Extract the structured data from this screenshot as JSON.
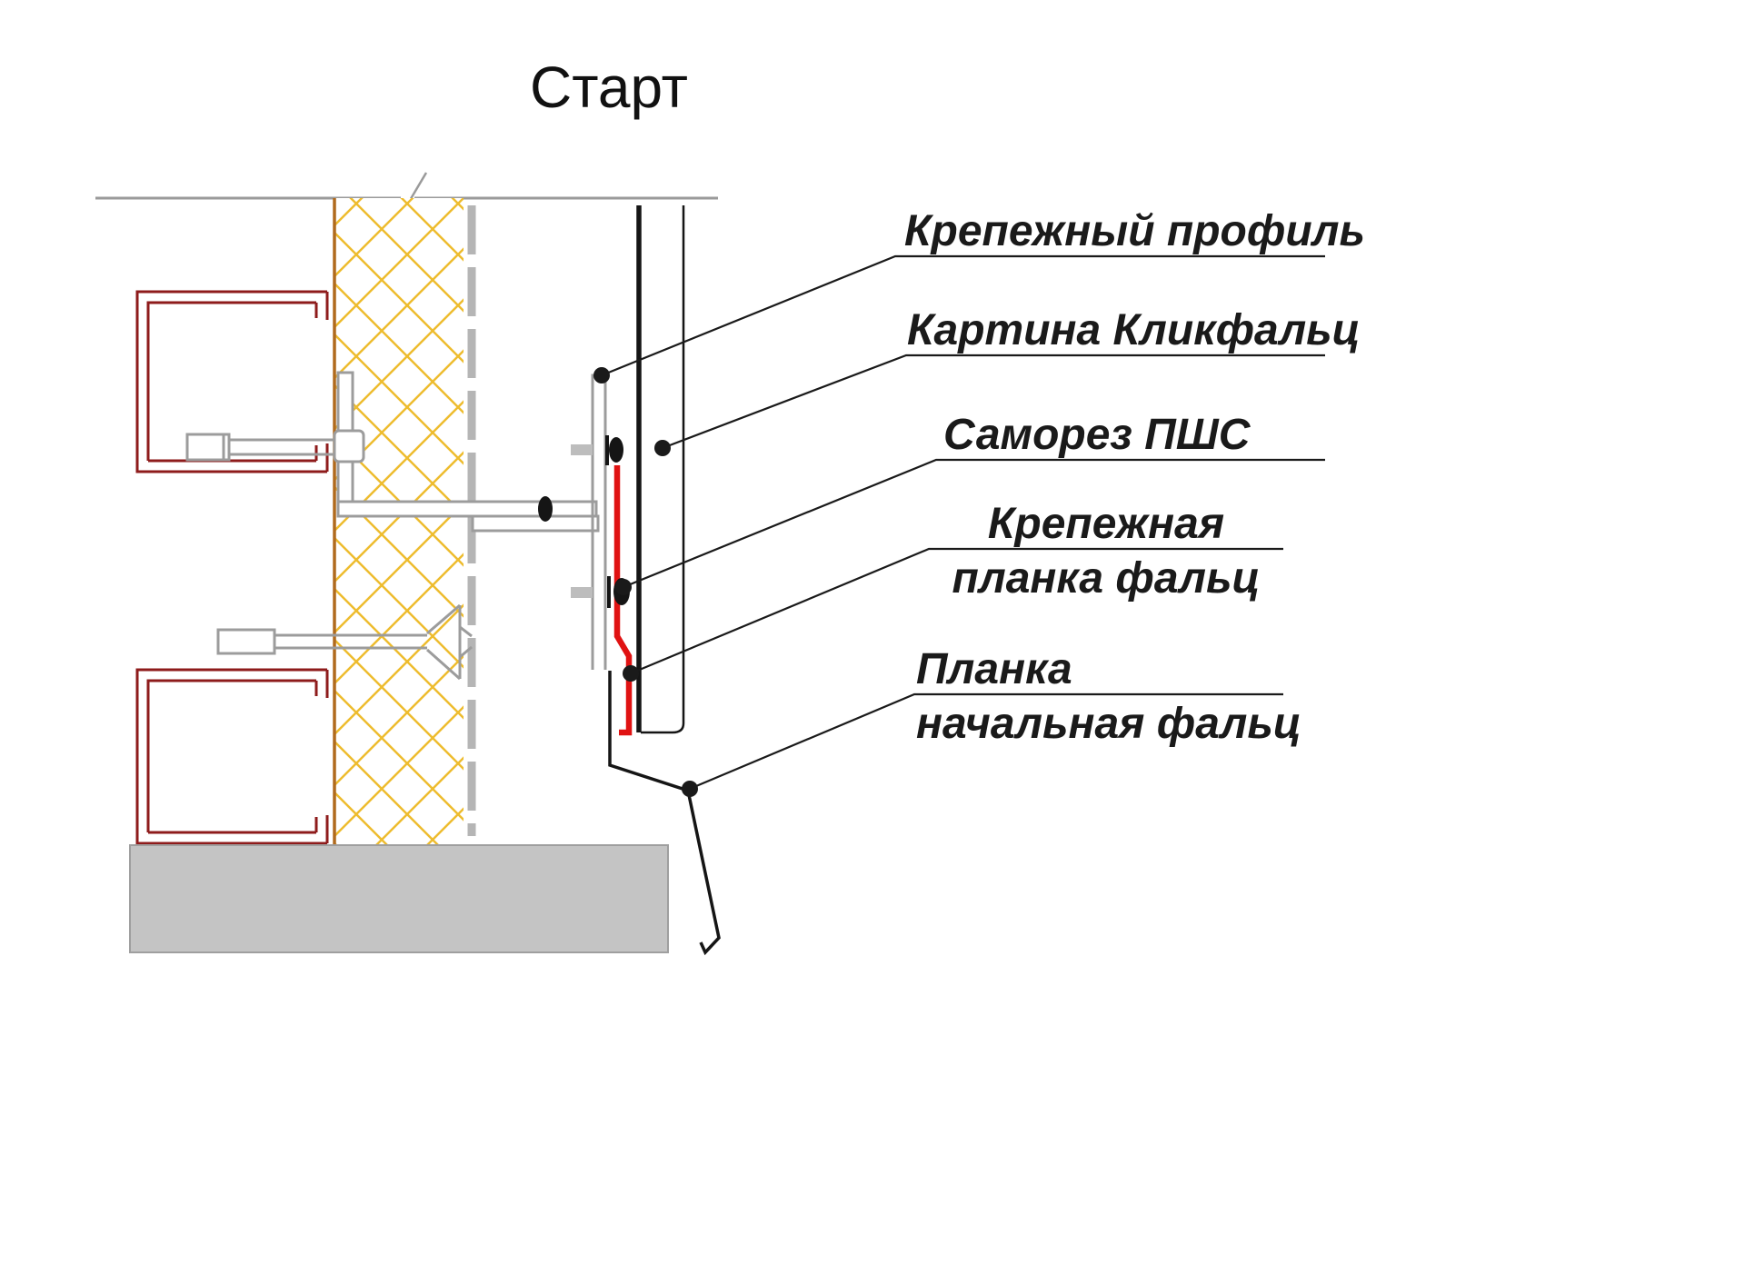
{
  "title": "Старт",
  "labels": {
    "fastening_profile": "Крепежный профиль",
    "panel": "Картина Кликфальц",
    "screw": "Саморез ПШС",
    "fastening_strip": {
      "line1": "Крепежная",
      "line2": "планка фальц"
    },
    "starting_strip": {
      "line1": "Планка",
      "line2": "начальная фальц"
    }
  },
  "colors": {
    "label_text": "#1a1a1a",
    "leader_line": "#1a1a1a",
    "wall_framing": "#8e1b1b",
    "insulation_hatch": "#eebc2e",
    "insulation_edge": "#b06a1e",
    "metal_gray": "#9c9c9c",
    "membrane_gray": "#b5b5b5",
    "panel_black": "#151515",
    "clamp_strip_red": "#e01212",
    "foundation_fill": "#c4c4c4"
  }
}
